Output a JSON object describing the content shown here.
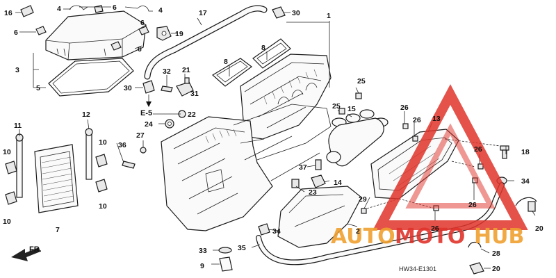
{
  "diagram": {
    "code": "HW34-E1301",
    "ref_label": "E-5",
    "front_label": "FR.",
    "watermark": {
      "text_a": "AUTO",
      "text_b": "MOTO",
      "text_c": "HUB",
      "color": "#e0342b",
      "color2": "#f0a030"
    },
    "callouts": [
      {
        "id": "c16",
        "text": "16"
      },
      {
        "id": "c4a",
        "text": "4"
      },
      {
        "id": "c6a",
        "text": "6"
      },
      {
        "id": "c4b",
        "text": "4"
      },
      {
        "id": "c6b",
        "text": "6"
      },
      {
        "id": "c17",
        "text": "17"
      },
      {
        "id": "c30a",
        "text": "30"
      },
      {
        "id": "c1",
        "text": "1"
      },
      {
        "id": "c6c",
        "text": "6"
      },
      {
        "id": "c19",
        "text": "19"
      },
      {
        "id": "c6d",
        "text": "6"
      },
      {
        "id": "c8a",
        "text": "8"
      },
      {
        "id": "c8b",
        "text": "8"
      },
      {
        "id": "c3",
        "text": "3"
      },
      {
        "id": "c5",
        "text": "5"
      },
      {
        "id": "c32",
        "text": "32"
      },
      {
        "id": "c21",
        "text": "21"
      },
      {
        "id": "c31",
        "text": "31"
      },
      {
        "id": "c30b",
        "text": "30"
      },
      {
        "id": "c25a",
        "text": "25"
      },
      {
        "id": "c25b",
        "text": "25"
      },
      {
        "id": "c15",
        "text": "15"
      },
      {
        "id": "c26a",
        "text": "26"
      },
      {
        "id": "c13",
        "text": "13"
      },
      {
        "id": "c26b",
        "text": "26"
      },
      {
        "id": "c22",
        "text": "22"
      },
      {
        "id": "c24",
        "text": "24"
      },
      {
        "id": "c12",
        "text": "12"
      },
      {
        "id": "c11",
        "text": "11"
      },
      {
        "id": "c27",
        "text": "27"
      },
      {
        "id": "c36",
        "text": "36"
      },
      {
        "id": "c10a",
        "text": "10"
      },
      {
        "id": "c10b",
        "text": "10"
      },
      {
        "id": "c10c",
        "text": "10"
      },
      {
        "id": "c10d",
        "text": "10"
      },
      {
        "id": "c37",
        "text": "37"
      },
      {
        "id": "c14",
        "text": "14"
      },
      {
        "id": "c23",
        "text": "23"
      },
      {
        "id": "c26c",
        "text": "26"
      },
      {
        "id": "c18",
        "text": "18"
      },
      {
        "id": "c34a",
        "text": "34"
      },
      {
        "id": "c26d",
        "text": "26"
      },
      {
        "id": "c29",
        "text": "29"
      },
      {
        "id": "c2",
        "text": "2"
      },
      {
        "id": "c26e",
        "text": "26"
      },
      {
        "id": "c7",
        "text": "7"
      },
      {
        "id": "c34b",
        "text": "34"
      },
      {
        "id": "c20a",
        "text": "20"
      },
      {
        "id": "c33",
        "text": "33"
      },
      {
        "id": "c35",
        "text": "35"
      },
      {
        "id": "c9",
        "text": "9"
      },
      {
        "id": "c28",
        "text": "28"
      },
      {
        "id": "c20b",
        "text": "20"
      }
    ]
  }
}
